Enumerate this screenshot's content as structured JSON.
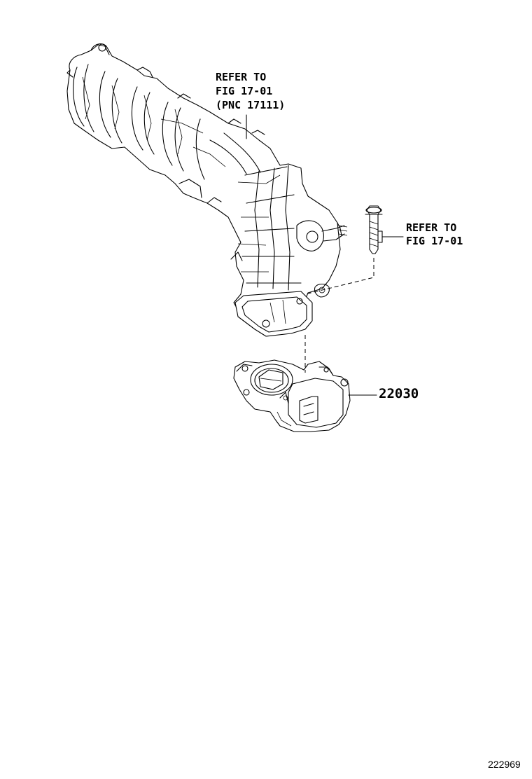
{
  "callouts": {
    "manifold_ref": {
      "line1": "REFER TO",
      "line2": "FIG 17-01",
      "line3": "(PNC 17111)"
    },
    "bolt_ref": {
      "line1": "REFER TO",
      "line2": "FIG 17-01"
    },
    "throttle_body_part_number": "22030"
  },
  "figure_number": "222969"
}
